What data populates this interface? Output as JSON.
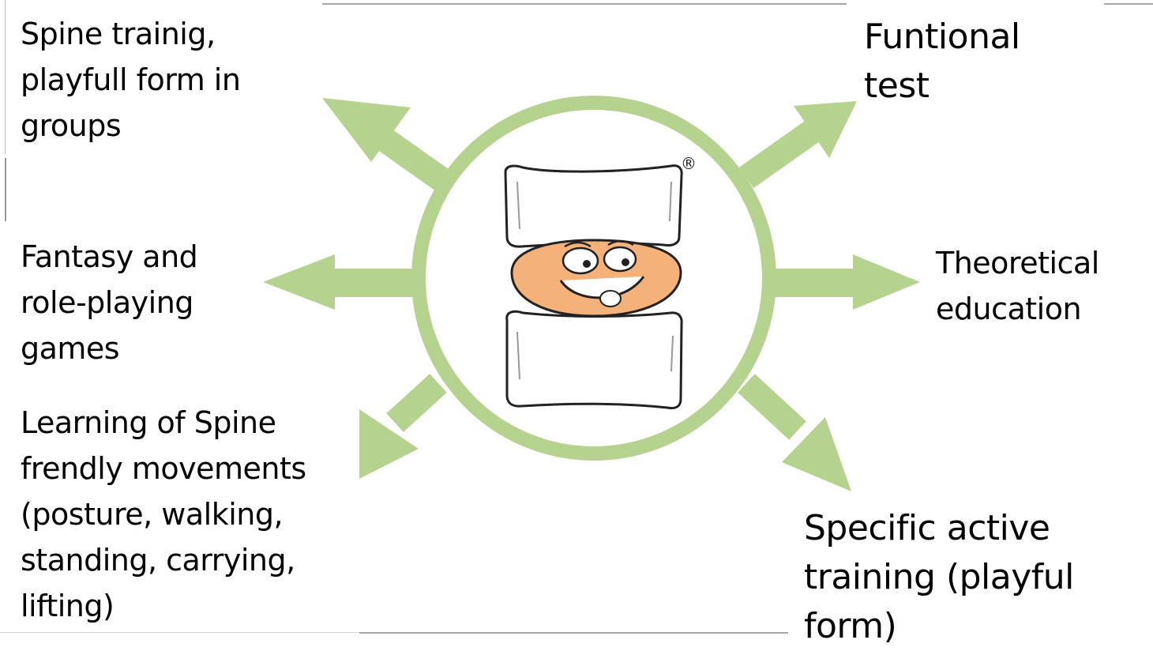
{
  "diagram": {
    "labels": {
      "top_left": "Spine trainig,\nplayfull form in\ngroups",
      "mid_left": "Fantasy and\nrole-playing\ngames",
      "bottom_left": "Learning of Spine\nfrendly movements\n(posture, walking,\nstanding, carrying,\nlifting)",
      "top_right": "Funtional\ntest",
      "mid_right": "Theoretical\neducation",
      "bottom_right": "Specific active\ntraining (playful\nform)"
    },
    "registered_mark": "®",
    "colors": {
      "arrow_green": "#b5d28e",
      "disc_orange": "#f4b27a",
      "vertebra_fill": "#ffffff",
      "outline": "#222222"
    },
    "icons": {
      "center": "smiling-spinal-disc-mascot-icon"
    }
  }
}
